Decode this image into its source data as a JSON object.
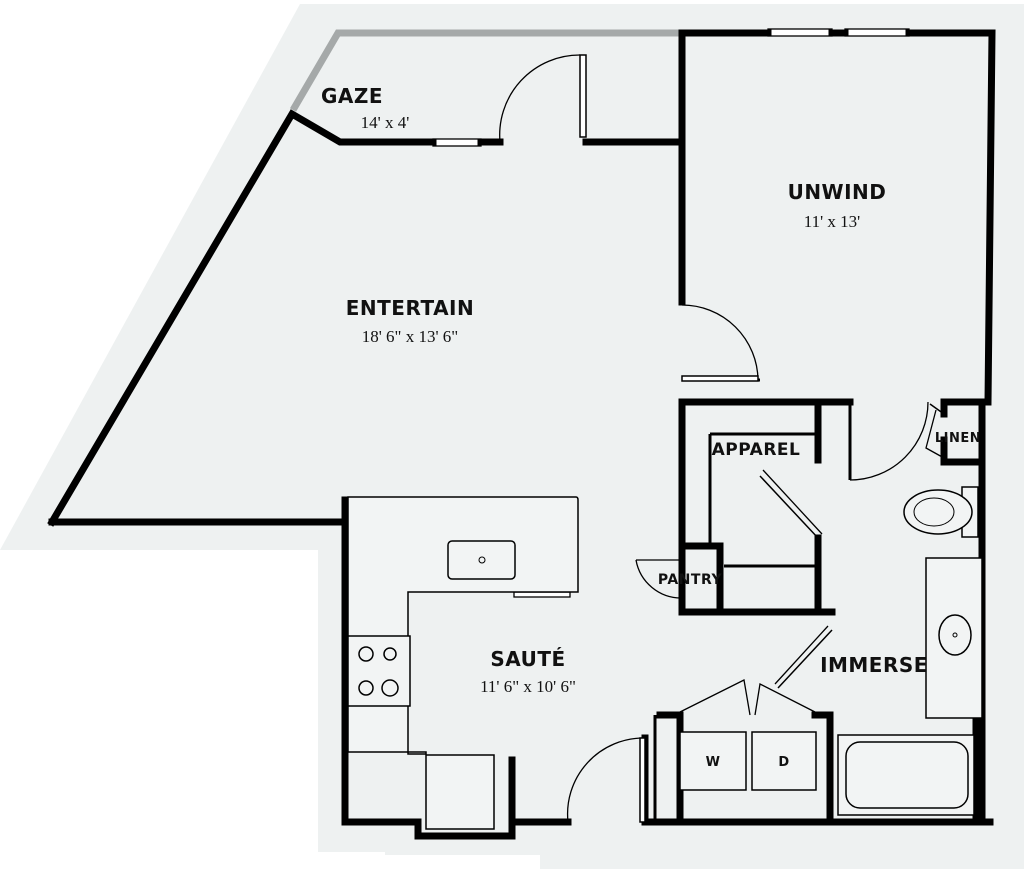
{
  "colors": {
    "background": "#ffffff",
    "floor": "#eef1f1",
    "wall": "#000000",
    "balcony_rail": "#a5a9a9"
  },
  "rooms": {
    "gaze": {
      "name": "GAZE",
      "dimensions": "14' x 4'"
    },
    "unwind": {
      "name": "UNWIND",
      "dimensions": "11' x 13'"
    },
    "entertain": {
      "name": "ENTERTAIN",
      "dimensions": "18' 6\" x 13' 6\""
    },
    "apparel": {
      "name": "APPAREL"
    },
    "linen": {
      "name": "LINEN"
    },
    "pantry": {
      "name": "PANTRY"
    },
    "saute": {
      "name": "SAUTÉ",
      "dimensions": "11' 6\" x 10' 6\""
    },
    "immerse": {
      "name": "IMMERSE"
    }
  },
  "appliances": {
    "washer": "W",
    "dryer": "D"
  }
}
